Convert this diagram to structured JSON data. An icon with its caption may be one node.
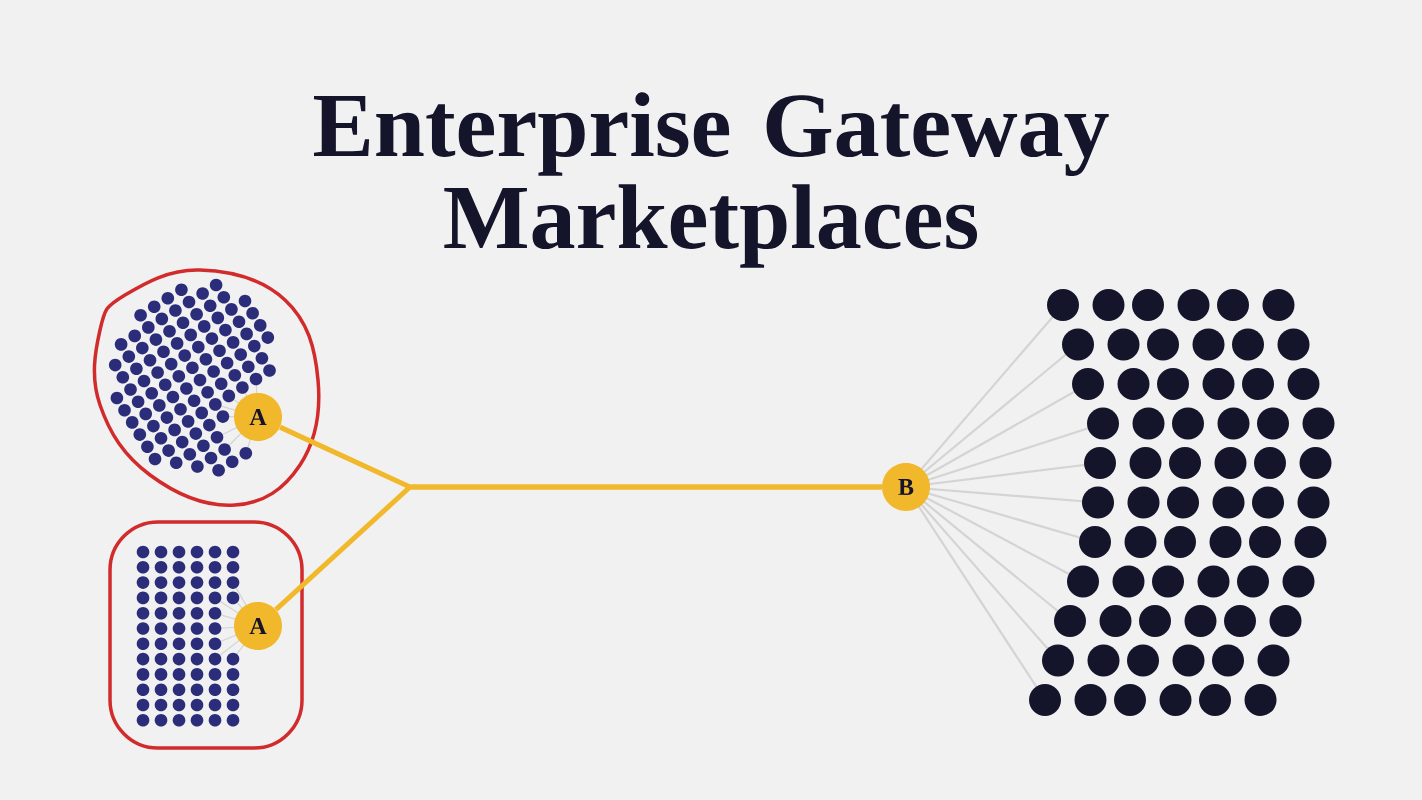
{
  "diagram": {
    "title": "Enterprise Gateway Marketplaces",
    "nodes": [
      {
        "text": [
          "A"
        ]
      },
      {
        "text": [
          "A"
        ]
      },
      {
        "text": [
          "B"
        ]
      }
    ],
    "edges": [
      {
        "from": 0,
        "to": 2,
        "arrow": "none"
      },
      {
        "from": 1,
        "to": 2,
        "arrow": "none"
      }
    ]
  }
}
